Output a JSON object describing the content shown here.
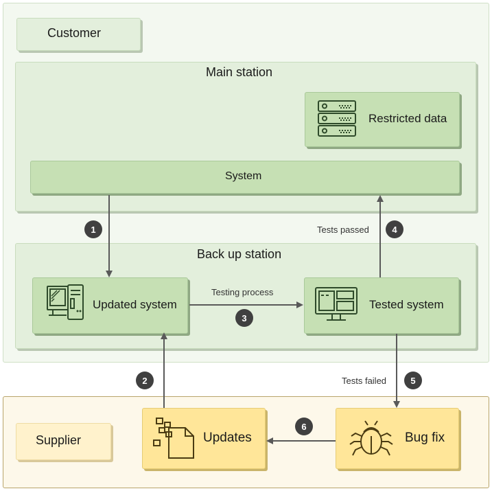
{
  "customer": {
    "label": "Customer"
  },
  "main_station": {
    "title": "Main station",
    "restricted_data": {
      "label": "Restricted data",
      "icon": "server-icon"
    },
    "system": {
      "label": "System"
    }
  },
  "backup_station": {
    "title": "Back up station",
    "updated_system": {
      "label": "Updated system",
      "icon": "computer-tower-icon"
    },
    "tested_system": {
      "label": "Tested system",
      "icon": "monitor-icon"
    }
  },
  "supplier": {
    "label": "Supplier",
    "updates": {
      "label": "Updates",
      "icon": "document-icon"
    },
    "bug_fix": {
      "label": "Bug fix",
      "icon": "bug-icon"
    }
  },
  "edges": {
    "step1": {
      "number": "1"
    },
    "step2": {
      "number": "2"
    },
    "step3": {
      "number": "3",
      "label": "Testing process"
    },
    "step4": {
      "number": "4",
      "label": "Tests passed"
    },
    "step5": {
      "number": "5",
      "label": "Tests failed"
    },
    "step6": {
      "number": "6"
    }
  },
  "colors": {
    "green_box": "#c6e0b4",
    "green_panel": "#e3efdc",
    "yellow_box": "#ffe699",
    "cream_box": "#fff2cc",
    "arrow": "#595959",
    "badge": "#404040"
  }
}
